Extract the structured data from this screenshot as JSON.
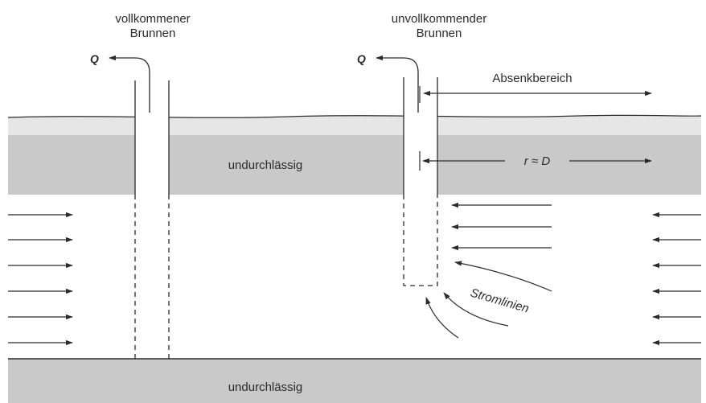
{
  "wells": {
    "complete": {
      "title_line1": "vollkommener",
      "title_line2": "Brunnen",
      "flow_label": "Q"
    },
    "incomplete": {
      "title_line1": "unvollkommender",
      "title_line2": "Brunnen",
      "flow_label": "Q"
    }
  },
  "layers": {
    "upper_impermeable": "undurchlässig",
    "lower_impermeable": "undurchlässig"
  },
  "dimensions": {
    "drawdown_range": "Absenkbereich",
    "radius": "r ≈ D"
  },
  "flow": {
    "streamlines": "Stromlinien"
  },
  "colors": {
    "surface_band": "#e6e6e6",
    "impermeable_layer": "#c9c9c9",
    "line": "#2b2b2b"
  }
}
